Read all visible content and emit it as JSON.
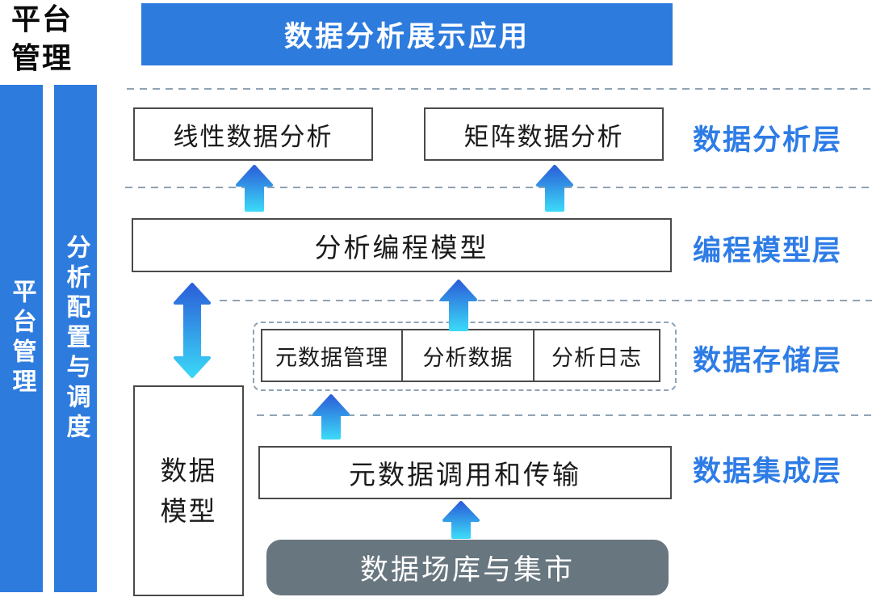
{
  "corner_heading": "平台\n管理",
  "banner": {
    "label": "数据分析展示应用"
  },
  "side_bars": [
    {
      "label": "平台管理"
    },
    {
      "label": "分析配置与调度"
    }
  ],
  "layers": [
    {
      "name": "数据分析层",
      "boxes": [
        "线性数据分析",
        "矩阵数据分析"
      ]
    },
    {
      "name": "编程模型层",
      "boxes": [
        "分析编程模型"
      ]
    },
    {
      "name": "数据存储层",
      "boxes": [
        "元数据管理",
        "分析数据",
        "分析日志"
      ]
    },
    {
      "name": "数据集成层",
      "boxes": [
        "元数据调用和传输"
      ]
    }
  ],
  "data_model_box": {
    "label": "数据\n模型"
  },
  "source_box": {
    "label": "数据场库与集市"
  },
  "colors": {
    "accent_blue": "#2e7bde",
    "label_blue": "#2e7ce6",
    "arrow_gradient_top": "#2b5fd9",
    "arrow_gradient_bottom": "#3bd7f7",
    "source_gray": "#68767f",
    "dash_gray_blue": "#8fa3b5",
    "box_border": "#4a4a4a"
  }
}
